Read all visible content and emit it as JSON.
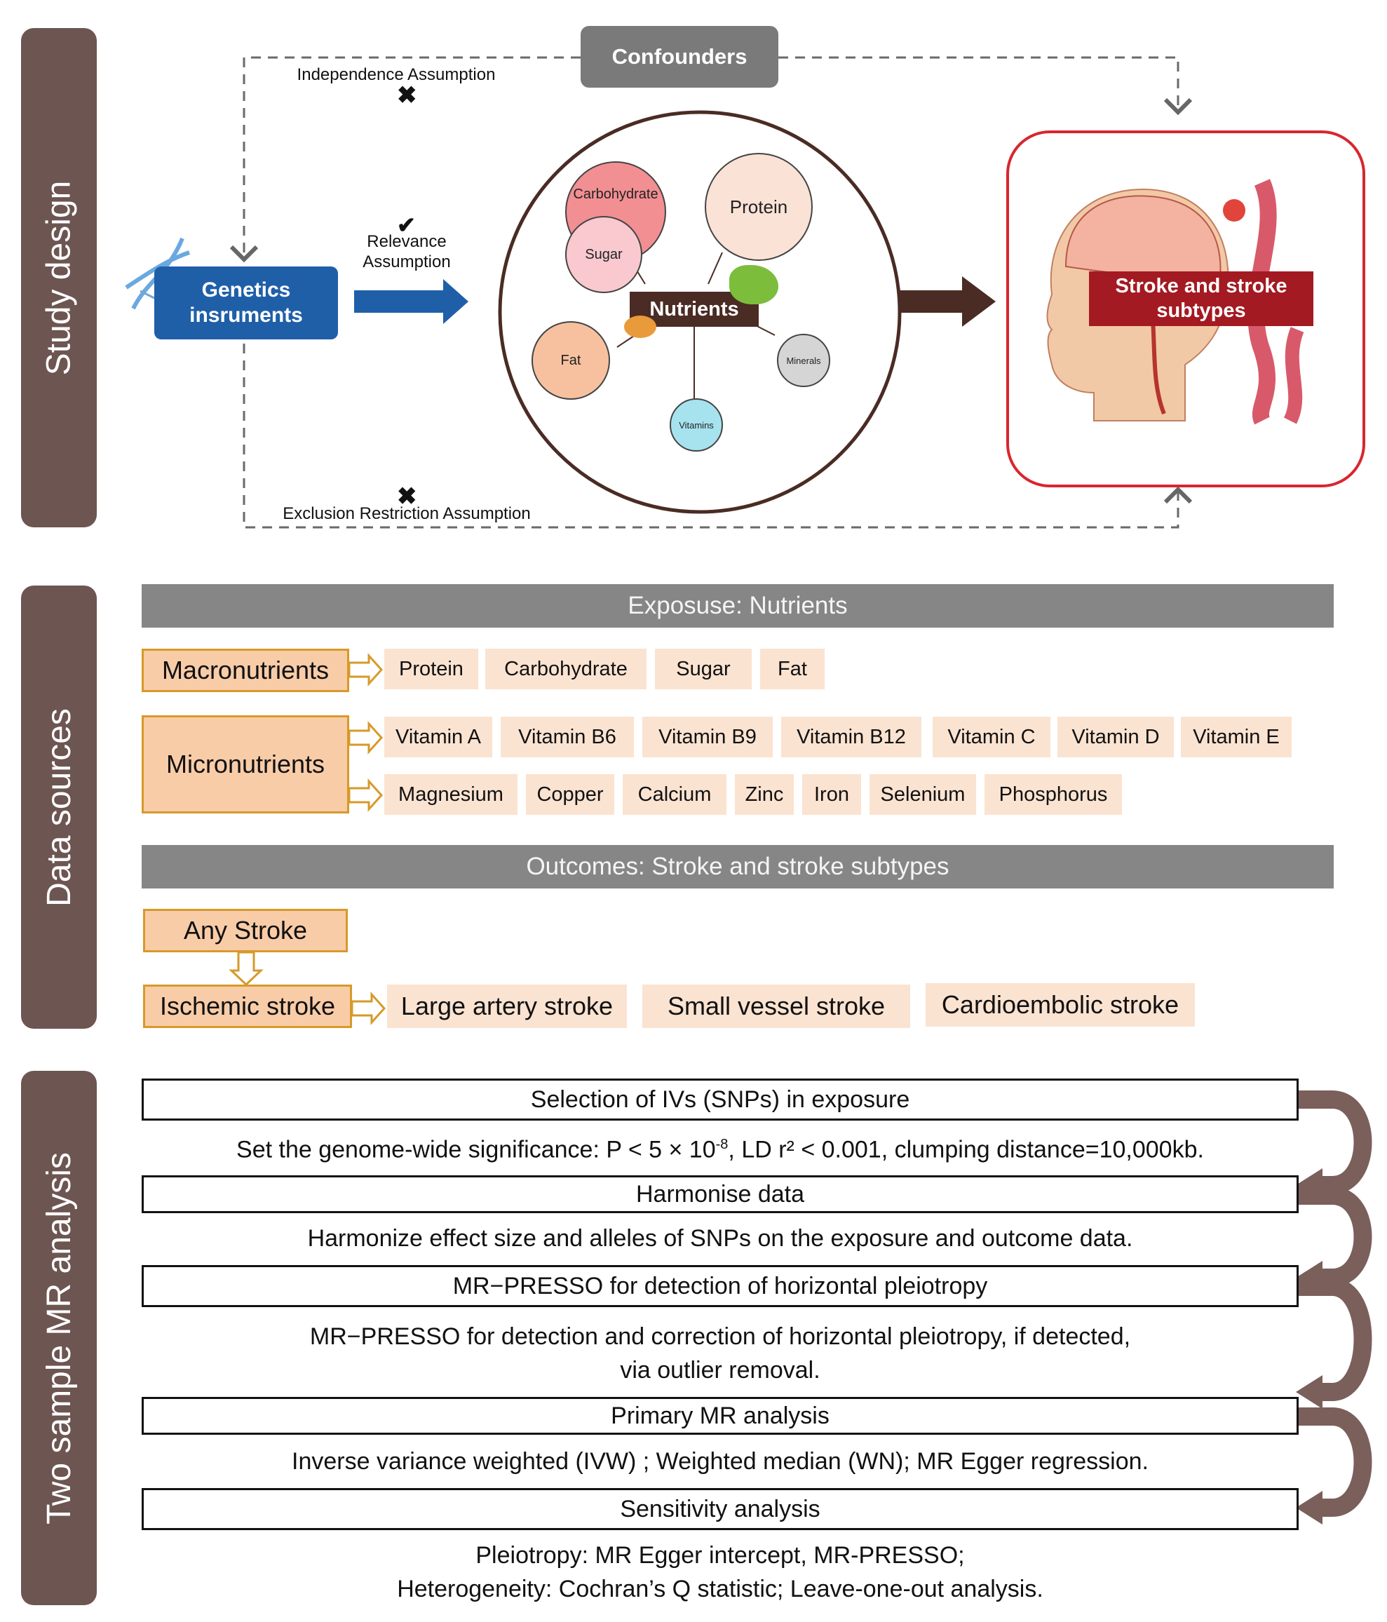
{
  "sections": {
    "study_design": "Study design",
    "data_sources": "Data sources",
    "mr_analysis": "Two sample MR analysis"
  },
  "study_design": {
    "confounders": "Confounders",
    "independence": "Independence Assumption",
    "relevance_line1": "Relevance",
    "relevance_line2": "Assumption",
    "exclusion": "Exclusion Restriction Assumption",
    "genetics_line1": "Genetics",
    "genetics_line2": "insruments",
    "nutrients": "Nutrients",
    "nutrient_items": {
      "carbohydrate": "Carbohydrate",
      "sugar": "Sugar",
      "protein": "Protein",
      "fat": "Fat",
      "minerals": "Minerals",
      "vitamins": "Vitamins"
    },
    "stroke_line1": "Stroke and stroke",
    "stroke_line2": "subtypes"
  },
  "data_sources": {
    "exposure_header": "Exposuse: Nutrients",
    "macro_label": "Macronutrients",
    "macro_items": [
      "Protein",
      "Carbohydrate",
      "Sugar",
      "Fat"
    ],
    "micro_label": "Micronutrients",
    "vitamins": [
      "Vitamin A",
      "Vitamin B6",
      "Vitamin B9",
      "Vitamin B12",
      "Vitamin C",
      "Vitamin D",
      "Vitamin E"
    ],
    "minerals": [
      "Magnesium",
      "Copper",
      "Calcium",
      "Zinc",
      "Iron",
      "Selenium",
      "Phosphorus"
    ],
    "outcome_header": "Outcomes: Stroke and stroke subtypes",
    "any_stroke": "Any Stroke",
    "ischemic": "Ischemic stroke",
    "subtypes": [
      "Large artery stroke",
      "Small vessel stroke",
      "Cardioembolic stroke"
    ]
  },
  "mr_analysis": {
    "step1": "Selection of IVs (SNPs) in exposure",
    "step1_desc_a": "Set the genome-wide significance: P < 5 × 10",
    "step1_desc_sup": "-8",
    "step1_desc_b": ", LD r² < 0.001, clumping distance=10,000kb.",
    "step2": "Harmonise data",
    "step2_desc": "Harmonize effect size and alleles of SNPs on the exposure and outcome data.",
    "step3": "MR−PRESSO for detection of horizontal pleiotropy",
    "step3_desc_line1": "MR−PRESSO for detection and correction of horizontal pleiotropy, if detected,",
    "step3_desc_line2": "via outlier removal.",
    "step4": "Primary MR analysis",
    "step4_desc": "Inverse variance weighted (IVW) ;   Weighted median (WN);   MR Egger regression.",
    "step5": "Sensitivity analysis",
    "step5_desc_line1": "Pleiotropy: MR Egger intercept, MR-PRESSO;",
    "step5_desc_line2": "Heterogeneity: Cochran’s Q statistic;   Leave-one-out analysis."
  }
}
